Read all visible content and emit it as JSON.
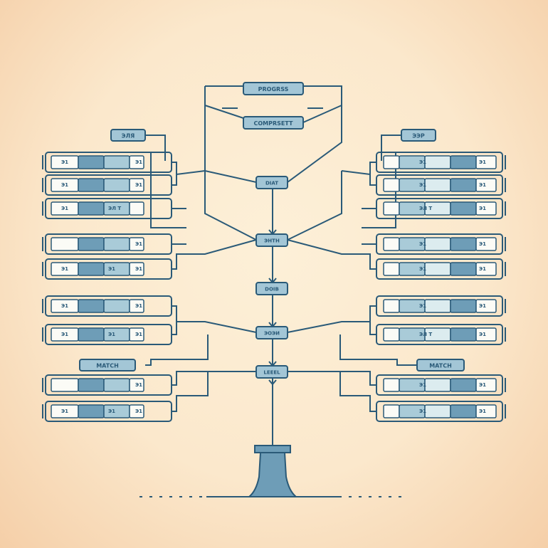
{
  "colors": {
    "line": "#2a5a78",
    "box_dark": "#6e9db7",
    "box_light": "#a9cbd8",
    "box_pale": "#dcecef",
    "box_white": "#fbfbf6",
    "tag_fill": "#a3c6d6"
  },
  "top": {
    "label_1": "PROGRSS",
    "label_2": "COMPRSETT"
  },
  "center": {
    "labels": [
      "DIAT",
      "ЭНТН",
      "DOIB",
      "ЭОЭИ",
      "LEEEL"
    ]
  },
  "left": {
    "tag_top": "ЭЛЯ",
    "tag_match": "MATCH",
    "rows": [
      {
        "a": "Э1",
        "b": "",
        "c": "Э1"
      },
      {
        "a": "Э1",
        "b": "",
        "c": "Э1"
      },
      {
        "a": "Э1",
        "b": "ЭЛ Т",
        "c": ""
      },
      {
        "a": "",
        "b": "",
        "c": "Э1"
      },
      {
        "a": "Э1",
        "b": "Э1",
        "c": "Э1"
      },
      {
        "a": "Э1",
        "b": "",
        "c": "Э1"
      },
      {
        "a": "Э1",
        "b": "Э1",
        "c": "Э1"
      },
      {
        "a": "",
        "b": "",
        "c": "Э1"
      },
      {
        "a": "Э1",
        "b": "Э1",
        "c": "Э1"
      }
    ]
  },
  "right": {
    "tag_top": "ЭЭР",
    "tag_match": "MATCH",
    "rows": [
      {
        "a": "Э1",
        "b": "",
        "c": "Э1"
      },
      {
        "a": "Э1",
        "b": "",
        "c": "Э1"
      },
      {
        "a": "ЭЛ Т",
        "b": "",
        "c": "Э1"
      },
      {
        "a": "Э1",
        "b": "",
        "c": "Э1"
      },
      {
        "a": "Э1",
        "b": "",
        "c": "Э1"
      },
      {
        "a": "Э1",
        "b": "",
        "c": "Э1"
      },
      {
        "a": "ЭЛ Т",
        "b": "",
        "c": "Э1"
      },
      {
        "a": "Э1",
        "b": "",
        "c": "Э1"
      },
      {
        "a": "Э1",
        "b": "",
        "c": "Э1"
      }
    ]
  }
}
